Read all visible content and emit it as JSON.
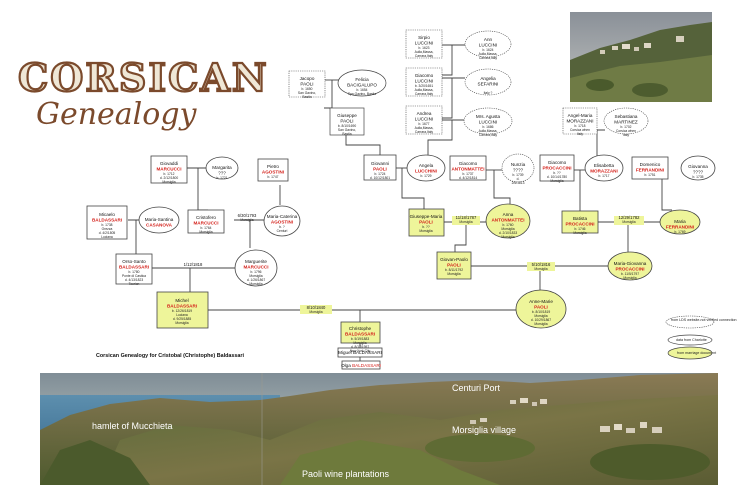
{
  "title": {
    "main": "CORSICAN",
    "sub": "Genealogy"
  },
  "caption": "Corsican Genealogy for Cristobal (Christophe) Baldassari",
  "legend": [
    "from LDS website-not verified connection",
    "data from Charlotte",
    "from marriage document"
  ],
  "panorama_labels": {
    "port": "Centuri Port",
    "hamlet": "hamlet of Mucchieta",
    "village": "Morsiglia village",
    "plantations": "Paoli wine plantations"
  },
  "people": [
    {
      "id": "jacopo",
      "first": "Jacopo",
      "last": "PAOLI",
      "last_red": false,
      "lines": [
        "b. 1650",
        "San Gavino,",
        "Bastia"
      ]
    },
    {
      "id": "felicia",
      "first": "Felicia",
      "last": "BACIGALUPO",
      "last_red": false,
      "lines": [
        "b. 1654",
        "Spn Gavino, Bastia"
      ]
    },
    {
      "id": "giuseppe_p",
      "first": "Giuseppe",
      "last": "PAOLI",
      "last_red": false,
      "lines": [
        "b. 8/10/1690",
        "San Gavino,",
        "Bastia"
      ]
    },
    {
      "id": "sirpio",
      "first": "Sirpio",
      "last": "LUCCINI",
      "last_red": false,
      "lines": [
        "b. 1623",
        "Aulla,Massa,",
        "Carrara,Italy"
      ]
    },
    {
      "id": "ann",
      "first": "Ann",
      "last": "LUCCINI",
      "last_red": false,
      "lines": [
        "b. 1624",
        "Aulla,Massa,",
        "Carrara,Italy"
      ]
    },
    {
      "id": "giacomo_l",
      "first": "Giacomo",
      "last": "LUCCINI",
      "last_red": false,
      "lines": [
        "b. 3/20/1651",
        "Aulla,Massa,",
        "Carrara,Italy"
      ]
    },
    {
      "id": "angelia",
      "first": "Angelia",
      "last": "SEFARINI",
      "last_red": false,
      "lines": [
        "",
        "Italy ?"
      ]
    },
    {
      "id": "andrea",
      "first": "Andrea",
      "last": "LUCCINI",
      "last_red": false,
      "lines": [
        "b. 1677",
        "Aulla,Massa,",
        "Carrara,Italy"
      ]
    },
    {
      "id": "mrs_agusta",
      "first": "Mrs. Agusta",
      "last": "LUCCINI",
      "last_red": false,
      "lines": [
        "b. 1686",
        "Aulla,Massa,",
        "Carrara,Italy"
      ]
    },
    {
      "id": "giovanni_p",
      "first": "Giovanni",
      "last": "PAOLI",
      "last_red": true,
      "lines": [
        "b. 1724",
        "d. 10/12/1801"
      ]
    },
    {
      "id": "angela",
      "first": "Angela",
      "last": "LUCCHINI",
      "last_red": true,
      "lines": [
        "b. 1729"
      ]
    },
    {
      "id": "giacomo_a",
      "first": "Giacomo",
      "last": "ANTONMATTEI",
      "last_red": true,
      "lines": [
        "b. 1737",
        "d. 4/12/1814"
      ]
    },
    {
      "id": "nunzia",
      "first": "Nunzia",
      "last": "????",
      "last_red": false,
      "lines": [
        "b. 1739",
        "d.",
        "2/6/1813"
      ]
    },
    {
      "id": "angel_maria",
      "first": "Angel-Maria",
      "last": "MORAZZANI",
      "last_red": false,
      "lines": [
        "b. 1718",
        "Corsica when",
        "Italy"
      ]
    },
    {
      "id": "sebastiana",
      "first": "Sebastiana",
      "last": "MARTINEZ",
      "last_red": false,
      "lines": [
        "b. 1702",
        "Corsica when",
        "Italy"
      ]
    },
    {
      "id": "giacomo_pr",
      "first": "Giacomo",
      "last": "PROCACCINI",
      "last_red": true,
      "lines": [
        "b. ??",
        "d. 10/14/1780",
        "Morsiglia"
      ]
    },
    {
      "id": "elisabetta",
      "first": "Elisabetta",
      "last": "MORAZZANI",
      "last_red": true,
      "lines": [
        "b. 1717"
      ]
    },
    {
      "id": "domenico",
      "first": "Domenico",
      "last": "FERRANDINI",
      "last_red": true,
      "lines": [
        "b. 1751"
      ]
    },
    {
      "id": "giovanna_q",
      "first": "Giovanna",
      "last": "????",
      "last_red": false,
      "lines": [
        "b. 1735"
      ]
    },
    {
      "id": "giovaddi",
      "first": "Giovaddi",
      "last": "MARCUCCI",
      "last_red": true,
      "lines": [
        "b. 1712",
        "d. 2/12/1800",
        "Morsiglia"
      ]
    },
    {
      "id": "margarita",
      "first": "Margarita",
      "last": "???",
      "last_red": false,
      "lines": [
        "b. 1721"
      ]
    },
    {
      "id": "pietro",
      "first": "Pietro",
      "last": "AGOSTINI",
      "last_red": true,
      "lines": [
        "b. 1747"
      ]
    },
    {
      "id": "micaelo",
      "first": "Micaelo",
      "last": "BALDASSARI",
      "last_red": true,
      "lines": [
        "b. 1738",
        "Orezza",
        "d. 4/2/1805",
        "Luciana"
      ]
    },
    {
      "id": "maria_s",
      "first": "Maria-Santina",
      "last": "CASANOVA",
      "last_red": true,
      "lines": []
    },
    {
      "id": "cristofero",
      "first": "Cristofero",
      "last": "MARCUCCI",
      "last_red": true,
      "lines": [
        "b. 1764",
        "Morsiglia"
      ]
    },
    {
      "id": "maria_c",
      "first": "Maria-Caterina",
      "last": "AGOSTINI",
      "last_red": true,
      "lines": [
        "b. ?",
        "Centuri"
      ]
    },
    {
      "id": "giuseppe_maria",
      "first": "Giuseppe-Maria",
      "last": "PAOLI",
      "last_red": true,
      "lines": [
        "b. ??",
        "Morsiglia"
      ],
      "highlight": true
    },
    {
      "id": "anna",
      "first": "Anna",
      "last": "ANTONMATTEI",
      "last_red": true,
      "lines": [
        "b. 1760",
        "Morsiglia",
        "d. 2/10/1833",
        "Morsiglia"
      ],
      "highlight": true
    },
    {
      "id": "batista",
      "first": "Batista",
      "last": "PROCACCINI",
      "last_red": true,
      "lines": [
        "b. 1746",
        "Morsiglia"
      ],
      "highlight": true
    },
    {
      "id": "maria_f",
      "first": "Maria",
      "last": "FERRANDINI",
      "last_red": true,
      "lines": [
        "b. 1769"
      ],
      "highlight": true
    },
    {
      "id": "orso_santo",
      "first": "Orso-Santo",
      "last": "BALDASSARI",
      "last_red": true,
      "lines": [
        "b. 1780",
        "Ponte di Castica",
        "d. 4/13/1823",
        "Tourion"
      ]
    },
    {
      "id": "marguerite",
      "first": "Marguerite",
      "last": "MARCUCCI",
      "last_red": true,
      "lines": [
        "b. 1796",
        "Morsiglia",
        "d. 1/26/1867",
        "Morsiglia"
      ]
    },
    {
      "id": "giovan_paolo",
      "first": "Giovan-Paolo",
      "last": "PAOLI",
      "last_red": true,
      "lines": [
        "b. 8/11/1792",
        "Morsiglia"
      ],
      "highlight": true
    },
    {
      "id": "maria_giovanna",
      "first": "Maria-Giovanna",
      "last": "PROCACCINI",
      "last_red": true,
      "lines": [
        "b. 11/5/1797",
        "Morsiglia"
      ],
      "highlight": true
    },
    {
      "id": "michel",
      "first": "Michel",
      "last": "BALDASSARI",
      "last_red": true,
      "lines": [
        "b. 12/26/1819",
        "Luciana",
        "d. 9/25/1885",
        "Morsiglia"
      ],
      "highlight": true
    },
    {
      "id": "anne_marie",
      "first": "Anne-Marie",
      "last": "PAOLI",
      "last_red": true,
      "lines": [
        "b. 8/10/1819",
        "Morsiglia",
        "d. 10/29/1867",
        "Morsiglia"
      ],
      "highlight": true
    },
    {
      "id": "christophe",
      "first": "Christophe",
      "last": "BALDASSARI",
      "last_red": true,
      "lines": [
        "b. 5/19/1883",
        "Morsiglia",
        "d. 8/17/1957",
        "New York City"
      ],
      "highlight": true
    },
    {
      "id": "miguel",
      "first": "Miguel",
      "last": "BALDASSARI",
      "last_red": false,
      "lines": []
    },
    {
      "id": "olga",
      "first": "Olga",
      "last": "BALDASSARI",
      "last_red": true,
      "lines": []
    }
  ],
  "marriages": [
    {
      "id": "m_giovan_paolo",
      "date": "5/10/1816",
      "place": "Morsiglia"
    },
    {
      "id": "m_orso",
      "date": "1/12/1818",
      "place": ""
    },
    {
      "id": "m_michel",
      "date": "8/10/1840",
      "place": "Morsiglia"
    },
    {
      "id": "m_giuseppe",
      "date": "11/18/1787",
      "place": "Morsiglia"
    },
    {
      "id": "m_batista",
      "date": "12/29/1782",
      "place": "Morsiglia"
    },
    {
      "id": "m_cristofero",
      "date": "6/30/1793",
      "place": "Morsiglia"
    }
  ]
}
